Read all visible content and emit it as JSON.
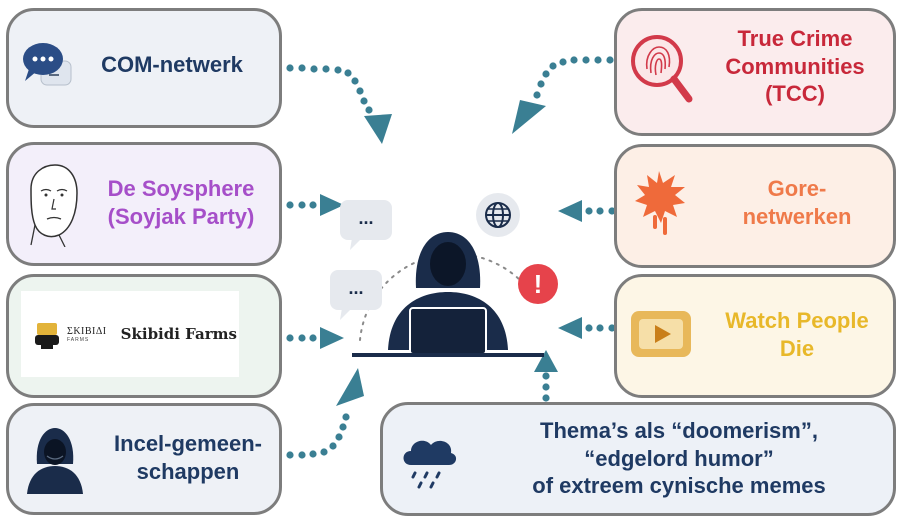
{
  "cards": {
    "com": {
      "label": "COM-netwerk",
      "color": "#1f3a63",
      "icon": "chat-bubbles-icon"
    },
    "soyjak": {
      "label_line1": "De Soysphere",
      "label_line2": "(Soyjak Party)",
      "color": "#a64fc9",
      "icon": "wojak-face-icon"
    },
    "skibidi": {
      "logo_name": "Skibidi Farms",
      "logo_text": "ΣKIBIΔI",
      "logo_subtext": "FARMS",
      "icon": "skibidi-farms-logo"
    },
    "incel": {
      "label_line1": "Incel-gemeen-",
      "label_line2": "schappen",
      "color": "#1f3a63",
      "icon": "hooded-figure-icon"
    },
    "tcc": {
      "label_line1": "True Crime",
      "label_line2": "Communities",
      "label_line3": "(TCC)",
      "color": "#c8283a",
      "icon": "fingerprint-magnifier-icon"
    },
    "gore": {
      "label_line1": "Gore-",
      "label_line2": "netwerken",
      "color": "#ef7a4a",
      "icon": "blood-splatter-icon"
    },
    "wpd": {
      "label_line1": "Watch People",
      "label_line2": "Die",
      "color": "#e8b82a",
      "icon": "video-play-icon"
    },
    "thema": {
      "label_line1": "Thema’s als “doomerism”,",
      "label_line2": "“edgelord humor”",
      "label_line3": "of extreem cynische memes",
      "color": "#1f3a63",
      "icon": "rain-cloud-icon"
    }
  },
  "center": {
    "figure_icon": "hacker-at-laptop-icon",
    "bubble_text": "...",
    "globe_icon": "globe-icon",
    "alert_icon": "exclamation-icon",
    "alert_text": "!"
  },
  "colors": {
    "arrow": "#3a7f93",
    "card_border": "#7d7d7d",
    "navy": "#1f3a63"
  }
}
